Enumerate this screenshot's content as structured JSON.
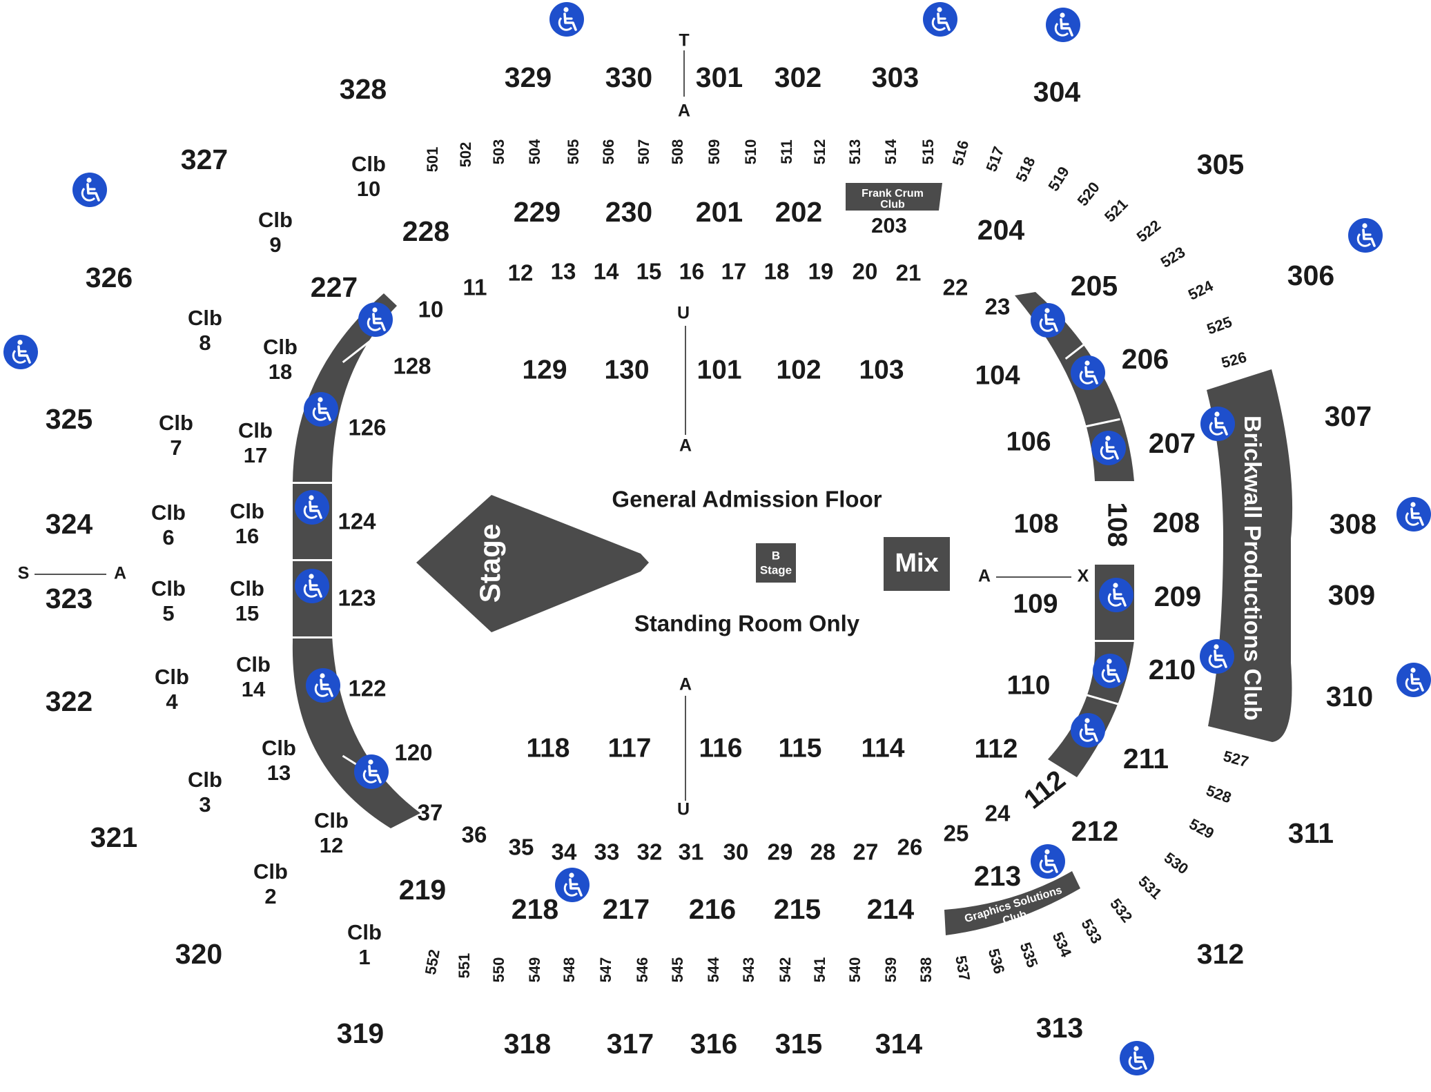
{
  "colors": {
    "block": "#4b4b4b",
    "accessible": "#1e4fcc",
    "text": "#1a1a1a"
  },
  "icons": {
    "accessible": "wheelchair-icon"
  },
  "floor": {
    "title": "General Admission Floor",
    "subtitle": "Standing Room Only",
    "stage": "Stage",
    "mix": "Mix",
    "b_stage": [
      "B",
      "Stage"
    ]
  },
  "clubs": {
    "frank_crum": [
      "Frank Crum",
      "Club"
    ],
    "brickwall": "Brickwall Productions Club",
    "graphics": [
      "Graphics Solutions",
      "Club"
    ]
  },
  "aisle_markers": [
    "T",
    "A",
    "U",
    "A",
    "A",
    "U",
    "S",
    "A",
    "A",
    "X"
  ],
  "sections_300": [
    "301",
    "302",
    "303",
    "304",
    "305",
    "306",
    "307",
    "308",
    "309",
    "310",
    "311",
    "312",
    "313",
    "314",
    "315",
    "316",
    "317",
    "318",
    "319",
    "320",
    "321",
    "322",
    "323",
    "324",
    "325",
    "326",
    "327",
    "328",
    "329",
    "330"
  ],
  "sections_500": [
    "501",
    "502",
    "503",
    "504",
    "505",
    "506",
    "507",
    "508",
    "509",
    "510",
    "511",
    "512",
    "513",
    "514",
    "515",
    "516",
    "517",
    "518",
    "519",
    "520",
    "521",
    "522",
    "523",
    "524",
    "525",
    "526",
    "527",
    "528",
    "529",
    "530",
    "531",
    "532",
    "533",
    "534",
    "535",
    "536",
    "537",
    "538",
    "539",
    "540",
    "541",
    "542",
    "543",
    "544",
    "545",
    "546",
    "547",
    "548",
    "549",
    "550",
    "551",
    "552"
  ],
  "sections_200": [
    "201",
    "202",
    "203",
    "204",
    "205",
    "206",
    "207",
    "208",
    "209",
    "210",
    "211",
    "212",
    "213",
    "214",
    "215",
    "216",
    "217",
    "218",
    "219",
    "227",
    "228",
    "229",
    "230"
  ],
  "sections_100": [
    "101",
    "102",
    "103",
    "104",
    "106",
    "108",
    "108",
    "109",
    "110",
    "112",
    "112",
    "114",
    "115",
    "116",
    "117",
    "118",
    "120",
    "122",
    "123",
    "124",
    "126",
    "128",
    "129",
    "130"
  ],
  "rows": [
    "10",
    "11",
    "12",
    "13",
    "14",
    "15",
    "16",
    "17",
    "18",
    "19",
    "20",
    "21",
    "22",
    "23",
    "25",
    "24",
    "26",
    "27",
    "28",
    "29",
    "30",
    "31",
    "32",
    "33",
    "34",
    "35",
    "36",
    "37"
  ],
  "club_boxes": [
    [
      "Clb",
      "10"
    ],
    [
      "Clb",
      "9"
    ],
    [
      "Clb",
      "8"
    ],
    [
      "Clb",
      "18"
    ],
    [
      "Clb",
      "7"
    ],
    [
      "Clb",
      "17"
    ],
    [
      "Clb",
      "6"
    ],
    [
      "Clb",
      "16"
    ],
    [
      "Clb",
      "5"
    ],
    [
      "Clb",
      "15"
    ],
    [
      "Clb",
      "4"
    ],
    [
      "Clb",
      "14"
    ],
    [
      "Clb",
      "13"
    ],
    [
      "Clb",
      "3"
    ],
    [
      "Clb",
      "12"
    ],
    [
      "Clb",
      "2"
    ],
    [
      "Clb",
      "1"
    ]
  ]
}
